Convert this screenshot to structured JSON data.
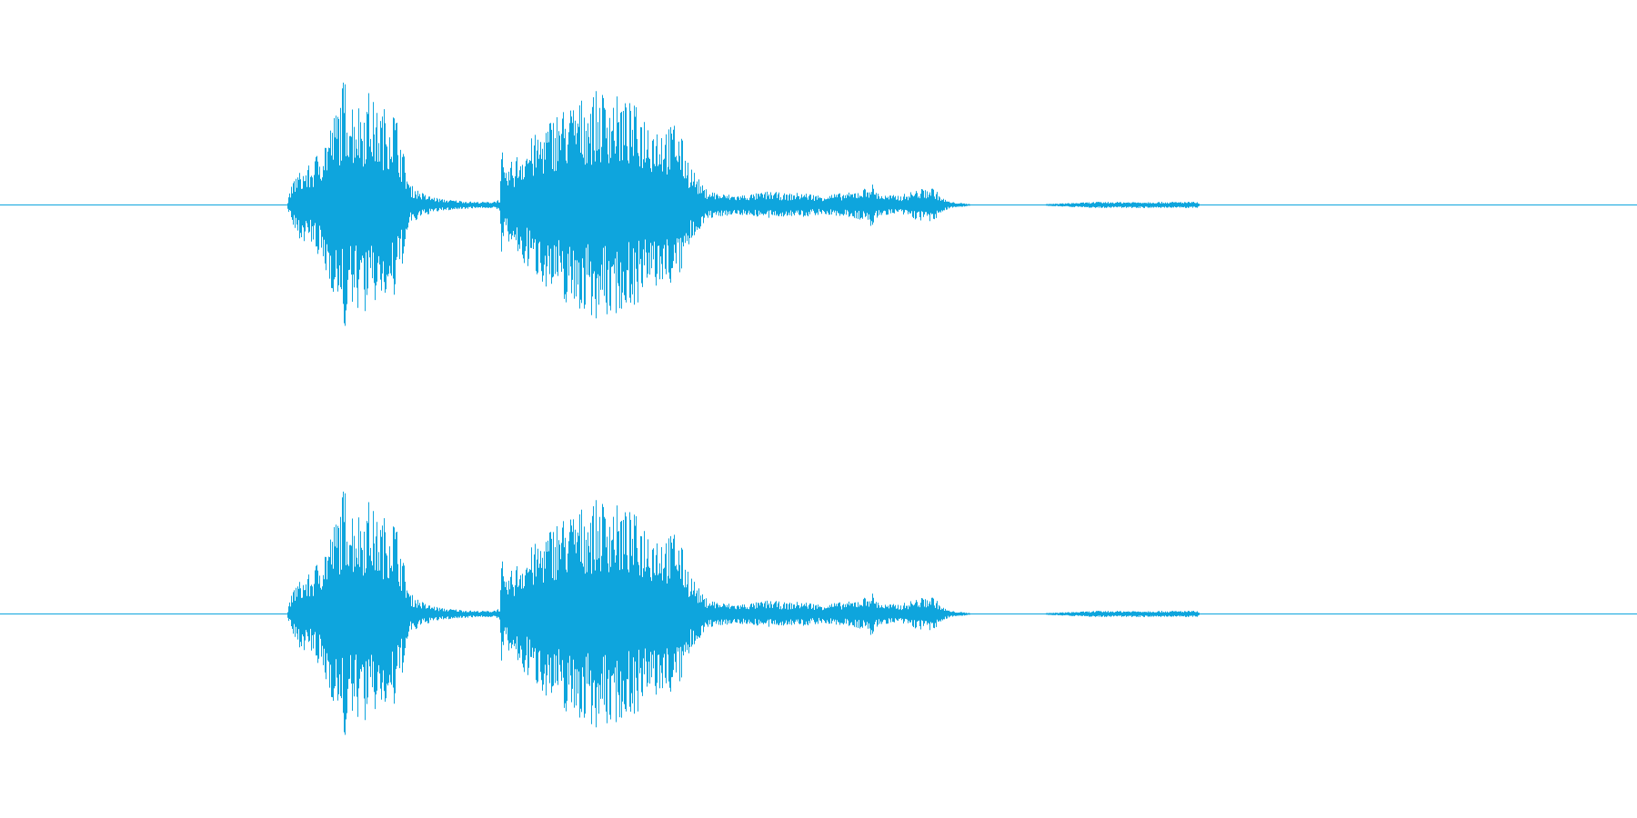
{
  "colors": {
    "background": "#ffffff",
    "waveform": "#0ea5dd"
  },
  "chart_data": {
    "type": "area",
    "title": "",
    "xlabel": "",
    "ylabel": "",
    "channels": 2,
    "ylim": [
      -1,
      1
    ],
    "x_unit": "fraction-of-duration",
    "envelope": {
      "x": [
        0.0,
        0.175,
        0.177,
        0.18,
        0.19,
        0.2,
        0.205,
        0.21,
        0.215,
        0.22,
        0.225,
        0.23,
        0.235,
        0.24,
        0.243,
        0.25,
        0.26,
        0.27,
        0.28,
        0.29,
        0.3,
        0.305,
        0.3065,
        0.308,
        0.31,
        0.32,
        0.33,
        0.34,
        0.35,
        0.36,
        0.37,
        0.38,
        0.39,
        0.4,
        0.41,
        0.412,
        0.42,
        0.425,
        0.43,
        0.44,
        0.45,
        0.46,
        0.47,
        0.48,
        0.49,
        0.5,
        0.51,
        0.52,
        0.53,
        0.532,
        0.535,
        0.54,
        0.55,
        0.56,
        0.57,
        0.575,
        0.577,
        0.58,
        0.595,
        0.598,
        0.6,
        0.633,
        0.67,
        0.673,
        0.675,
        0.7,
        0.71,
        0.72,
        0.731,
        0.733,
        1.0
      ],
      "amplitude": [
        0.0,
        0.0,
        0.1,
        0.22,
        0.3,
        0.55,
        0.7,
        0.95,
        0.8,
        0.75,
        0.85,
        0.7,
        0.72,
        0.75,
        0.6,
        0.15,
        0.07,
        0.04,
        0.03,
        0.02,
        0.02,
        0.04,
        0.45,
        0.2,
        0.28,
        0.45,
        0.55,
        0.7,
        0.75,
        0.82,
        0.85,
        0.78,
        0.72,
        0.62,
        0.58,
        0.65,
        0.35,
        0.22,
        0.12,
        0.08,
        0.07,
        0.08,
        0.1,
        0.08,
        0.09,
        0.07,
        0.08,
        0.09,
        0.13,
        0.17,
        0.1,
        0.07,
        0.07,
        0.11,
        0.13,
        0.05,
        0.04,
        0.02,
        0.0,
        0.0,
        0.0,
        0.0,
        0.02,
        0.02,
        0.02,
        0.02,
        0.02,
        0.02,
        0.02,
        0.0,
        0.0
      ]
    },
    "grid": false,
    "legend": "none"
  }
}
